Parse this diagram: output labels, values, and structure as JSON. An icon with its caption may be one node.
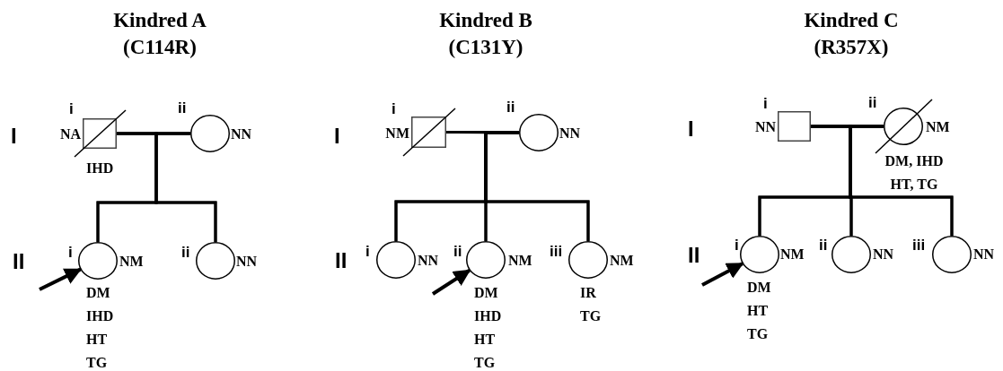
{
  "diagram": {
    "nodes": [
      {
        "text": [],
        "shape": "box",
        "beside": [
          "i",
          "NA",
          "IHD"
        ]
      },
      {
        "text": [],
        "shape": "circle",
        "beside": [
          "ii",
          "NN"
        ]
      },
      {
        "text": [],
        "shape": "circle",
        "beside": [
          "i",
          "NM",
          "DM",
          "IHD",
          "HT",
          "TG"
        ]
      },
      {
        "text": [],
        "shape": "circle",
        "beside": [
          "ii",
          "NN"
        ]
      },
      {
        "text": [],
        "shape": "box",
        "beside": [
          "i",
          "NM"
        ]
      },
      {
        "text": [],
        "shape": "circle",
        "beside": [
          "ii",
          "NN"
        ]
      },
      {
        "text": [],
        "shape": "circle",
        "beside": [
          "i",
          "NN"
        ]
      },
      {
        "text": [],
        "shape": "circle",
        "beside": [
          "ii",
          "NM",
          "DM",
          "IHD",
          "HT",
          "TG"
        ]
      },
      {
        "text": [],
        "shape": "circle",
        "beside": [
          "iii",
          "NM",
          "IR",
          "TG"
        ]
      },
      {
        "text": [],
        "shape": "box",
        "beside": [
          "i",
          "NN"
        ]
      },
      {
        "text": [],
        "shape": "circle",
        "beside": [
          "ii",
          "NM",
          "DM, IHD",
          "HT, TG"
        ]
      },
      {
        "text": [],
        "shape": "circle",
        "beside": [
          "i",
          "NM",
          "DM",
          "HT",
          "TG"
        ]
      },
      {
        "text": [],
        "shape": "circle",
        "beside": [
          "ii",
          "NN"
        ]
      },
      {
        "text": [],
        "shape": "circle",
        "beside": [
          "iii",
          "NN"
        ]
      }
    ],
    "edges": [
      {
        "from": 0,
        "to": 1,
        "arrow": "none"
      },
      {
        "from": 0,
        "to": 2,
        "arrow": "none"
      },
      {
        "from": 1,
        "to": 2,
        "arrow": "none"
      },
      {
        "from": 0,
        "to": 3,
        "arrow": "none"
      },
      {
        "from": 1,
        "to": 3,
        "arrow": "none"
      },
      {
        "from": null,
        "to": 2,
        "arrow": "to"
      },
      {
        "from": 4,
        "to": 5,
        "arrow": "none"
      },
      {
        "from": 4,
        "to": 6,
        "arrow": "none"
      },
      {
        "from": 5,
        "to": 6,
        "arrow": "none"
      },
      {
        "from": 4,
        "to": 7,
        "arrow": "none"
      },
      {
        "from": 5,
        "to": 7,
        "arrow": "none"
      },
      {
        "from": 4,
        "to": 8,
        "arrow": "none"
      },
      {
        "from": 5,
        "to": 8,
        "arrow": "none"
      },
      {
        "from": null,
        "to": 7,
        "arrow": "to"
      },
      {
        "from": 9,
        "to": 10,
        "arrow": "none"
      },
      {
        "from": 9,
        "to": 11,
        "arrow": "none"
      },
      {
        "from": 10,
        "to": 11,
        "arrow": "none"
      },
      {
        "from": 9,
        "to": 12,
        "arrow": "none"
      },
      {
        "from": 10,
        "to": 12,
        "arrow": "none"
      },
      {
        "from": 9,
        "to": 13,
        "arrow": "none"
      },
      {
        "from": 10,
        "to": 13,
        "arrow": "none"
      },
      {
        "from": null,
        "to": 11,
        "arrow": "to"
      }
    ],
    "labels": [
      "Kindred A (C114R)",
      "Kindred B (C131Y)",
      "Kindred C (R357X)",
      "I",
      "I",
      "I",
      "II",
      "II",
      "II"
    ]
  }
}
